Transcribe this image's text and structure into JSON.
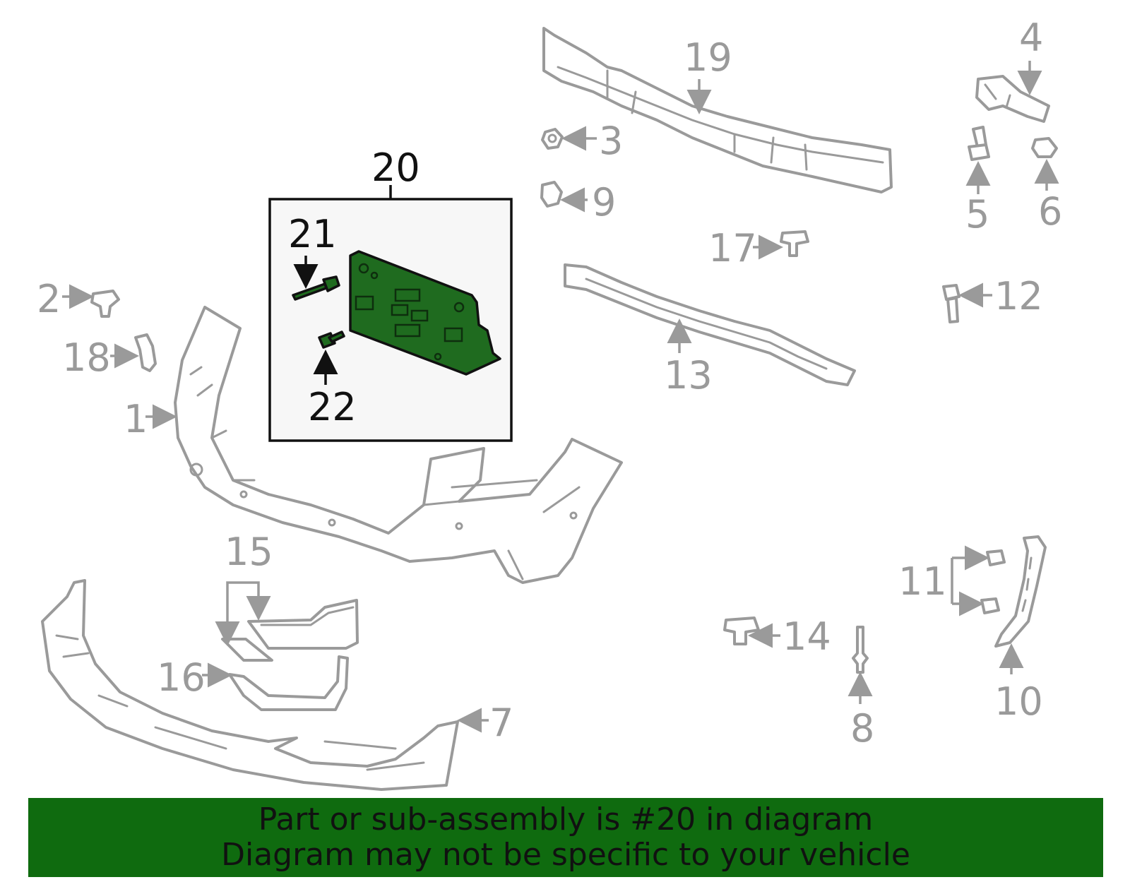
{
  "colors": {
    "line": "#9a9a9a",
    "highlight_fill": "#1f6b1f",
    "banner_bg": "#0f6b0f",
    "text_dark": "#111111"
  },
  "callouts": {
    "c1": "1",
    "c2": "2",
    "c3": "3",
    "c4": "4",
    "c5": "5",
    "c6": "6",
    "c7": "7",
    "c8": "8",
    "c9": "9",
    "c10": "10",
    "c11": "11",
    "c12": "12",
    "c13": "13",
    "c14": "14",
    "c15": "15",
    "c16": "16",
    "c17": "17",
    "c18": "18",
    "c19": "19",
    "c20": "20",
    "c21": "21",
    "c22": "22"
  },
  "banner": {
    "line1": "Part or sub-assembly is #20 in diagram",
    "line2": "Diagram may not be specific to your vehicle"
  }
}
